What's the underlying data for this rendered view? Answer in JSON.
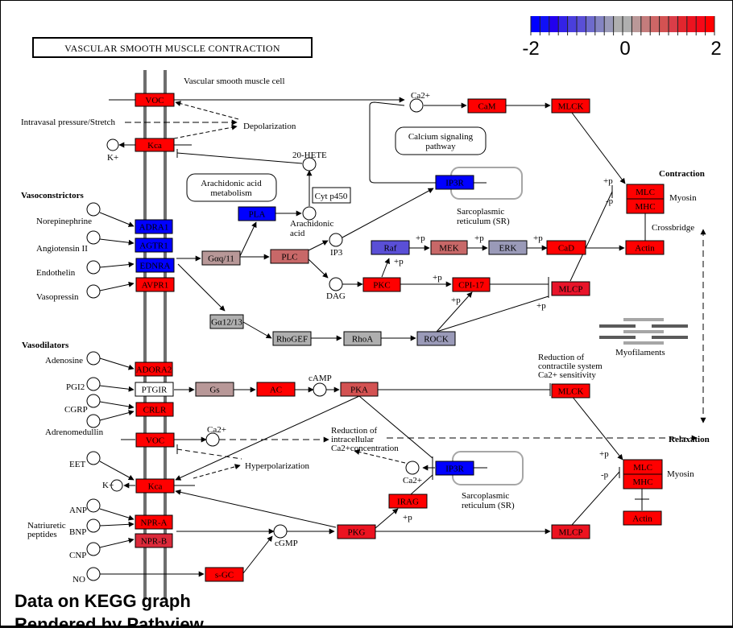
{
  "title": "VASCULAR SMOOTH MUSCLE CONTRACTION",
  "cell_label": "Vascular smooth muscle cell",
  "legend": {
    "min_label": "-2",
    "mid_label": "0",
    "max_label": "2",
    "colors": [
      "#0000ff",
      "#1010f5",
      "#2200ee",
      "#3322e6",
      "#4a3fdd",
      "#5a4fd6",
      "#6e6bcc",
      "#8484c2",
      "#9a9ab8",
      "#afafaf",
      "#afafaf",
      "#ba9898",
      "#c47c7c",
      "#ce6666",
      "#d35252",
      "#da3d48",
      "#e2262e",
      "#ec1320",
      "#f50818",
      "#ff0000"
    ]
  },
  "section_labels": {
    "vasoconstrictors": "Vasoconstrictors",
    "vasodilators": "Vasodilators",
    "contraction": "Contraction",
    "relaxation": "Relaxation"
  },
  "text_labels": {
    "intravasal": "Intravasal pressure/Stretch",
    "depolarization": "Depolarization",
    "hyperpolarization": "Hyperpolarization",
    "k_plus_1": "K+",
    "k_plus_2": "K+",
    "hete": "20-HETE",
    "arachidonic_acid_1": "Arachidonic",
    "arachidonic_acid_2": "acid",
    "ip3": "IP3",
    "dag": "DAG",
    "ca_top": "Ca2+",
    "ca_mid": "Ca2+",
    "ca_low": "Ca2+",
    "camp": "cAMP",
    "cgmp": "cGMP",
    "sr_top_1": "Sarcoplasmic",
    "sr_top_2": "reticulum (SR)",
    "sr_low_1": "Sarcoplasmic",
    "sr_low_2": "reticulum (SR)",
    "myosin_top": "Myosin",
    "myosin_low": "Myosin",
    "crossbridge": "Crossbridge",
    "myofilaments": "Myofilaments",
    "reduction_ca_1": "Reduction of",
    "reduction_ca_2": "intracellular",
    "reduction_ca_3": "Ca2+concentration",
    "reduction_sens_1": "Reduction of",
    "reduction_sens_2": "contractile system",
    "reduction_sens_3": "Ca2+ sensitivity",
    "natriuretic_1": "Natriuretic",
    "natriuretic_2": "peptides",
    "plus_p": "+p",
    "minus_p": "-p"
  },
  "ligands": [
    {
      "id": "norepinephrine",
      "label": "Norepinephrine"
    },
    {
      "id": "angiotensin",
      "label": "Angiotensin II"
    },
    {
      "id": "endothelin",
      "label": "Endothelin"
    },
    {
      "id": "vasopressin",
      "label": "Vasopressin"
    },
    {
      "id": "adenosine",
      "label": "Adenosine"
    },
    {
      "id": "pgi2",
      "label": "PGI2"
    },
    {
      "id": "cgrp",
      "label": "CGRP"
    },
    {
      "id": "adrenomedullin",
      "label": "Adrenomedullin"
    },
    {
      "id": "eet",
      "label": "EET"
    },
    {
      "id": "anp",
      "label": "ANP"
    },
    {
      "id": "bnp",
      "label": "BNP"
    },
    {
      "id": "cnp",
      "label": "CNP"
    },
    {
      "id": "no",
      "label": "NO"
    }
  ],
  "pathway_boxes": {
    "arachidonic": [
      "Arachidonic acid",
      "metabolism"
    ],
    "calcium": [
      "Calcium signaling",
      "pathway"
    ],
    "cyt": "Cyt p450"
  },
  "genes": [
    {
      "id": "voc1",
      "label": "VOC",
      "color": "#ff0000"
    },
    {
      "id": "kca1",
      "label": "Kca",
      "color": "#ff0000"
    },
    {
      "id": "adra1",
      "label": "ADRA1",
      "color": "#0000ff"
    },
    {
      "id": "agtr1",
      "label": "AGTR1",
      "color": "#0000ff"
    },
    {
      "id": "ednra",
      "label": "EDNRA",
      "color": "#0000ff"
    },
    {
      "id": "avpr1",
      "label": "AVPR1",
      "color": "#ff0000"
    },
    {
      "id": "gaq",
      "label": "Gαq/11",
      "color": "#b89898"
    },
    {
      "id": "pla",
      "label": "PLA",
      "color": "#0000ff"
    },
    {
      "id": "plc",
      "label": "PLC",
      "color": "#c86868"
    },
    {
      "id": "ip3r1",
      "label": "IP3R",
      "color": "#0000ff"
    },
    {
      "id": "cam",
      "label": "CaM",
      "color": "#ff0000"
    },
    {
      "id": "mlck1",
      "label": "MLCK",
      "color": "#ff0000"
    },
    {
      "id": "raf",
      "label": "Raf",
      "color": "#5a4fd6"
    },
    {
      "id": "mek",
      "label": "MEK",
      "color": "#c86868"
    },
    {
      "id": "erk",
      "label": "ERK",
      "color": "#9a9ab8"
    },
    {
      "id": "cad",
      "label": "CaD",
      "color": "#ff0000"
    },
    {
      "id": "pkc",
      "label": "PKC",
      "color": "#ff0000"
    },
    {
      "id": "cpi17",
      "label": "CPI-17",
      "color": "#ff0000"
    },
    {
      "id": "mlcp1",
      "label": "MLCP",
      "color": "#e8142a"
    },
    {
      "id": "mlc1",
      "label": "MLC",
      "color": "#ff0000"
    },
    {
      "id": "mhc1",
      "label": "MHC",
      "color": "#ff0000"
    },
    {
      "id": "actin1",
      "label": "Actin",
      "color": "#ff0000"
    },
    {
      "id": "ga1213",
      "label": "Gα12/13",
      "color": "#afafaf"
    },
    {
      "id": "rhogef",
      "label": "RhoGEF",
      "color": "#afafaf"
    },
    {
      "id": "rhoa",
      "label": "RhoA",
      "color": "#afafaf"
    },
    {
      "id": "rock",
      "label": "ROCK",
      "color": "#9a9ab8"
    },
    {
      "id": "adora2",
      "label": "ADORA2",
      "color": "#ff0000"
    },
    {
      "id": "ptgir",
      "label": "PTGIR",
      "color": "#ffffff"
    },
    {
      "id": "gs",
      "label": "Gs",
      "color": "#b89898"
    },
    {
      "id": "ac",
      "label": "AC",
      "color": "#ff0000"
    },
    {
      "id": "pka",
      "label": "PKA",
      "color": "#d35252"
    },
    {
      "id": "crlr",
      "label": "CRLR",
      "color": "#ff0000"
    },
    {
      "id": "voc2",
      "label": "VOC",
      "color": "#ff0000"
    },
    {
      "id": "kca2",
      "label": "Kca",
      "color": "#ff0000"
    },
    {
      "id": "mlck2",
      "label": "MLCK",
      "color": "#ff0000"
    },
    {
      "id": "ip3r2",
      "label": "IP3R",
      "color": "#0000ff"
    },
    {
      "id": "irag",
      "label": "IRAG",
      "color": "#ff0000"
    },
    {
      "id": "npra",
      "label": "NPR-A",
      "color": "#ff0000"
    },
    {
      "id": "nprb",
      "label": "NPR-B",
      "color": "#dc2a3a"
    },
    {
      "id": "pkg",
      "label": "PKG",
      "color": "#ec1320"
    },
    {
      "id": "mlcp2",
      "label": "MLCP",
      "color": "#ec1320"
    },
    {
      "id": "sgc",
      "label": "s-GC",
      "color": "#ff0000"
    },
    {
      "id": "mlc2",
      "label": "MLC",
      "color": "#ff0000"
    },
    {
      "id": "mhc2",
      "label": "MHC",
      "color": "#ff0000"
    },
    {
      "id": "actin2",
      "label": "Actin",
      "color": "#ff0000"
    }
  ],
  "footer": {
    "line1": "Data on KEGG graph",
    "line2": "Rendered by Pathview"
  }
}
